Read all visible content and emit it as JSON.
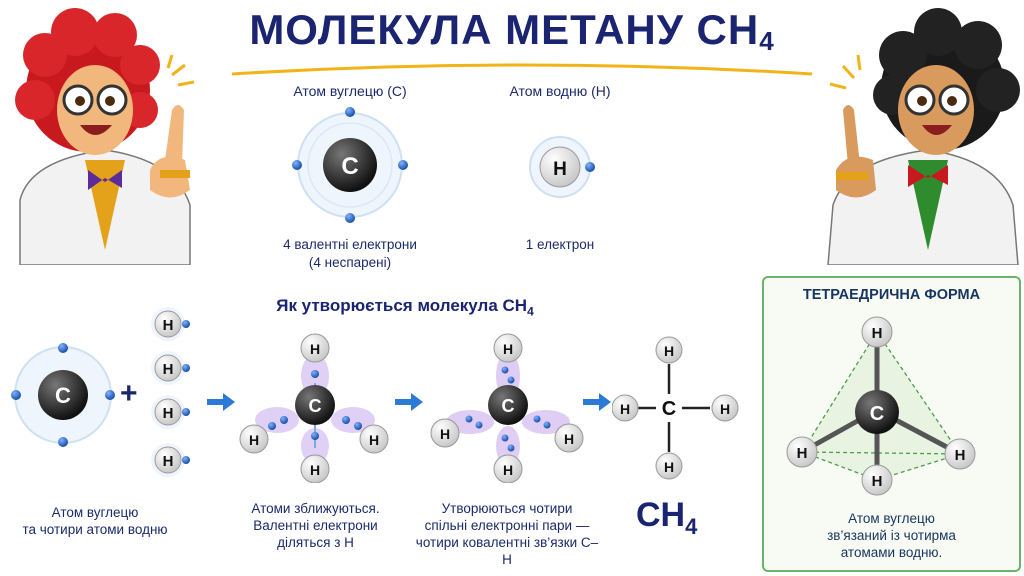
{
  "title": {
    "main": "МОЛЕКУЛА МЕТАНУ CH",
    "sub": "4"
  },
  "top": {
    "carbon_label": "Атом вуглецю (C)",
    "hydrogen_label": "Атом водню (H)",
    "carbon_caption_1": "4 валентні електрони",
    "carbon_caption_2": "(4 неспарені)",
    "hydrogen_caption": "1 електрон"
  },
  "how": {
    "title": "Як утворюється молекула CH",
    "sub": "4"
  },
  "steps": {
    "s1_line1": "Атом вуглецю",
    "s1_line2": "та чотири атоми водню",
    "s2_line1": "Атоми зближуються.",
    "s2_line2": "Валентні електрони",
    "s2_line3": "діляться з H",
    "s3_line1": "Утворюються чотири",
    "s3_line2": "спільні електронні пари —",
    "s3_line3": "чотири ковалентні зв’язки C–H"
  },
  "formula": {
    "main": "CH",
    "sub": "4"
  },
  "tetra": {
    "title": "ТЕТРАЕДРИЧНА ФОРМА",
    "cap1": "Атом вуглецю",
    "cap2": "зв’язаний із чотирма",
    "cap3": "атомами водню."
  },
  "symbols": {
    "C": "C",
    "H": "H",
    "plus": "+"
  },
  "colors": {
    "navy": "#1b2470",
    "electron": "#1f5fbf",
    "green": "#6ab36a",
    "purple": "#b48de0"
  }
}
